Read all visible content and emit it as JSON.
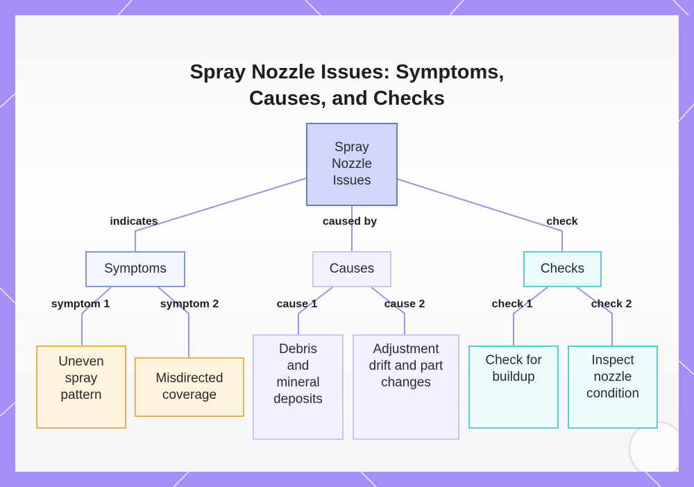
{
  "title": "Spray Nozzle Issues: Symptoms, Causes, and Checks",
  "colors": {
    "frame": "#a58ff5",
    "link": "#a48ee6",
    "root_fill": "#d3d6fb",
    "symptom_border": "#8595d8",
    "cause_border": "#c3c9ef",
    "check_border": "#5ccbd6",
    "yellow_border": "#e8b24c"
  },
  "root": {
    "label": "Spray Nozzle Issues"
  },
  "branches": [
    {
      "edge_label": "indicates",
      "label": "Symptoms",
      "children": [
        {
          "edge_label": "symptom 1",
          "label": "Uneven spray pattern"
        },
        {
          "edge_label": "symptom 2",
          "label": "Misdirected coverage"
        }
      ]
    },
    {
      "edge_label": "caused by",
      "label": "Causes",
      "children": [
        {
          "edge_label": "cause 1",
          "label": "Debris and mineral deposits"
        },
        {
          "edge_label": "cause 2",
          "label": "Adjustment drift and part changes"
        }
      ]
    },
    {
      "edge_label": "check",
      "label": "Checks",
      "children": [
        {
          "edge_label": "check 1",
          "label": "Check for buildup"
        },
        {
          "edge_label": "check 2",
          "label": "Inspect nozzle condition"
        }
      ]
    }
  ]
}
